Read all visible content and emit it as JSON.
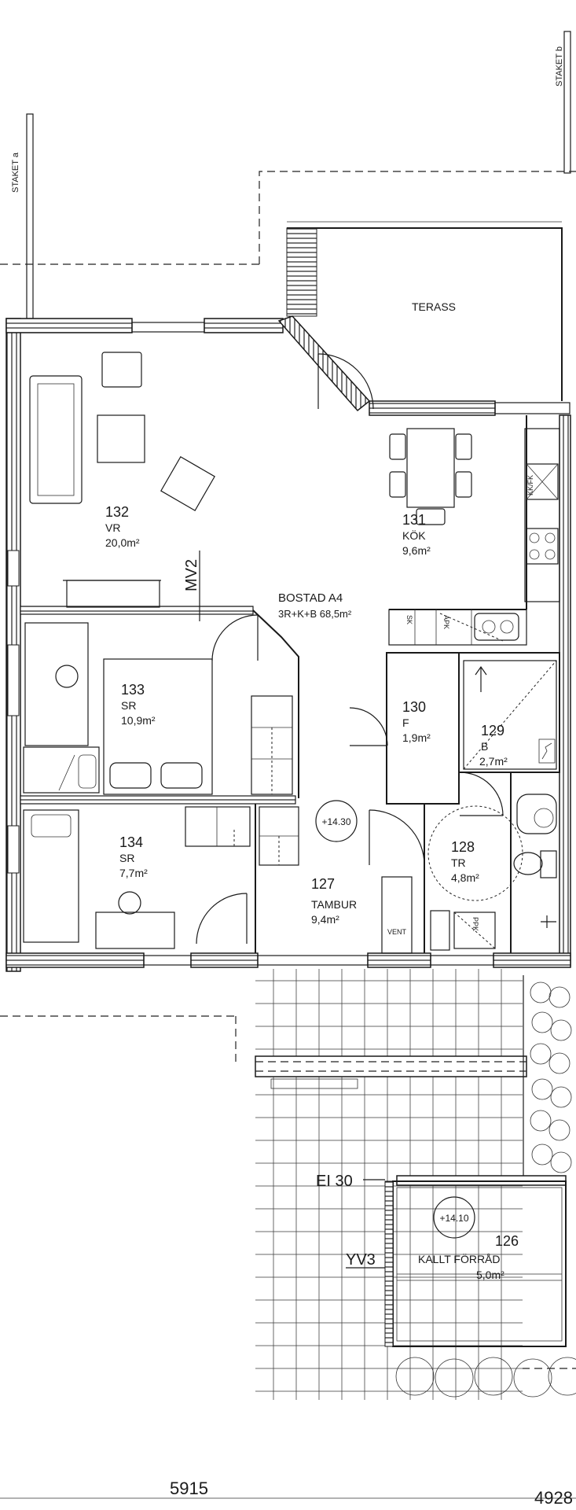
{
  "plan": {
    "title": "BOSTAD A4",
    "subtitle": "3R+K+B  68,5m²",
    "fences": [
      "STAKET a",
      "STAKET b"
    ],
    "terrace": "TERASS",
    "wall_marks": [
      "MV2",
      "EI 30",
      "YV3"
    ],
    "levels": [
      "+14.30",
      "+14.10"
    ],
    "fixtures": [
      "SK",
      "APK",
      "VENT",
      "KK/FK",
      "PPK"
    ],
    "dimensions": [
      "5915",
      "4928"
    ],
    "rooms": [
      {
        "num": "132",
        "name": "VR",
        "area": "20,0m²"
      },
      {
        "num": "131",
        "name": "KÖK",
        "area": "9,6m²"
      },
      {
        "num": "133",
        "name": "SR",
        "area": "10,9m²"
      },
      {
        "num": "130",
        "name": "F",
        "area": "1,9m²"
      },
      {
        "num": "129",
        "name": "B",
        "area": "2,7m²"
      },
      {
        "num": "134",
        "name": "SR",
        "area": "7,7m²"
      },
      {
        "num": "127",
        "name": "TAMBUR",
        "area": "9,4m²"
      },
      {
        "num": "128",
        "name": "TR",
        "area": "4,8m²"
      },
      {
        "num": "126",
        "name": "KALLT FÖRRÅD",
        "area": "5,0m²"
      }
    ]
  }
}
